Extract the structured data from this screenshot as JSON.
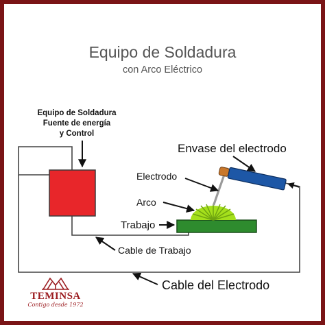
{
  "title": "Equipo de Soldadura",
  "subtitle": "con Arco Eléctrico",
  "labels": {
    "source_line1": "Equipo de Soldadura",
    "source_line2": "Fuente de energía",
    "source_line3": "y Control",
    "electrode_holder": "Envase del electrodo",
    "electrode": "Electrodo",
    "arc": "Arco",
    "work": "Trabajo",
    "work_cable": "Cable de Trabajo",
    "electrode_cable": "Cable del Electrodo"
  },
  "logo": {
    "name": "TEMINSA",
    "tagline": "Contigo desde 1972"
  },
  "colors": {
    "frame": "#7a1416",
    "power_source": "#e8262a",
    "work_piece": "#2e8b2e",
    "holder": "#1d57a6",
    "electrode_tip": "#c9782b",
    "arc": "#a5e01c",
    "wire": "#444444"
  }
}
